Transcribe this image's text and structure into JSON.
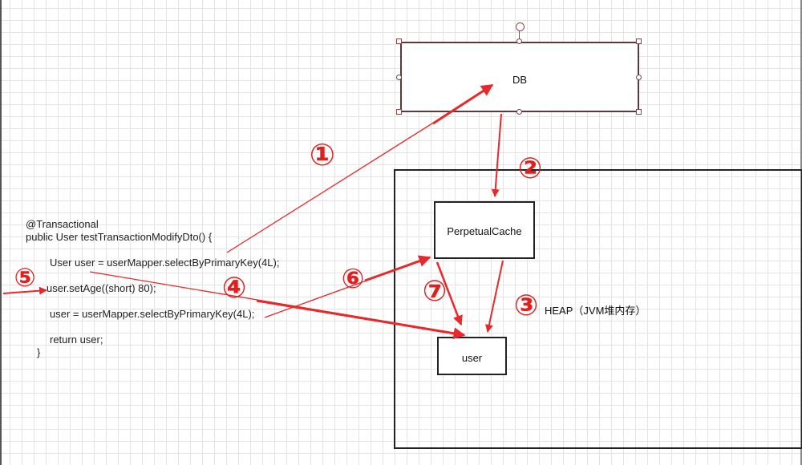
{
  "nodes": {
    "db": "DB",
    "cache": "PerpetualCache",
    "user": "user",
    "heap": "HEAP（JVM堆内存）"
  },
  "code": {
    "line1": "@Transactional",
    "line2": "public User testTransactionModifyDto() {",
    "line3": "User user = userMapper.selectByPrimaryKey(4L);",
    "line4": "user.setAge((short) 80);",
    "line5": "user = userMapper.selectByPrimaryKey(4L);",
    "line6": "return user;",
    "line7": "}"
  },
  "steps": {
    "s1": "①",
    "s2": "②",
    "s3": "③",
    "s4": "④",
    "s5": "⑤",
    "s6": "⑥",
    "s7": "⑦"
  },
  "colors": {
    "arrow": "#e8282a",
    "box_border": "#222222",
    "grid": "#e4e4e4"
  }
}
